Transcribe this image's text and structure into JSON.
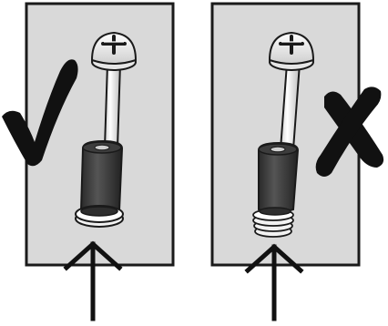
{
  "panels": [
    {
      "id": "left",
      "verdict": "correct",
      "mark_icon": "checkmark-icon",
      "subject_icon": "screw-with-anchor-icon",
      "anchor_flange": "flat-washer",
      "arrow_icon": "arrow-up-icon"
    },
    {
      "id": "right",
      "verdict": "incorrect",
      "mark_icon": "cross-mark-icon",
      "subject_icon": "screw-with-anchor-icon",
      "anchor_flange": "ribbed-collar",
      "arrow_icon": "arrow-up-icon"
    }
  ],
  "colors": {
    "panel_fill": "#d9d9d9",
    "panel_border": "#1a1a1a",
    "anchor": "#3a3a3a",
    "screw": "#f4f4f4",
    "mark": "#111111"
  }
}
